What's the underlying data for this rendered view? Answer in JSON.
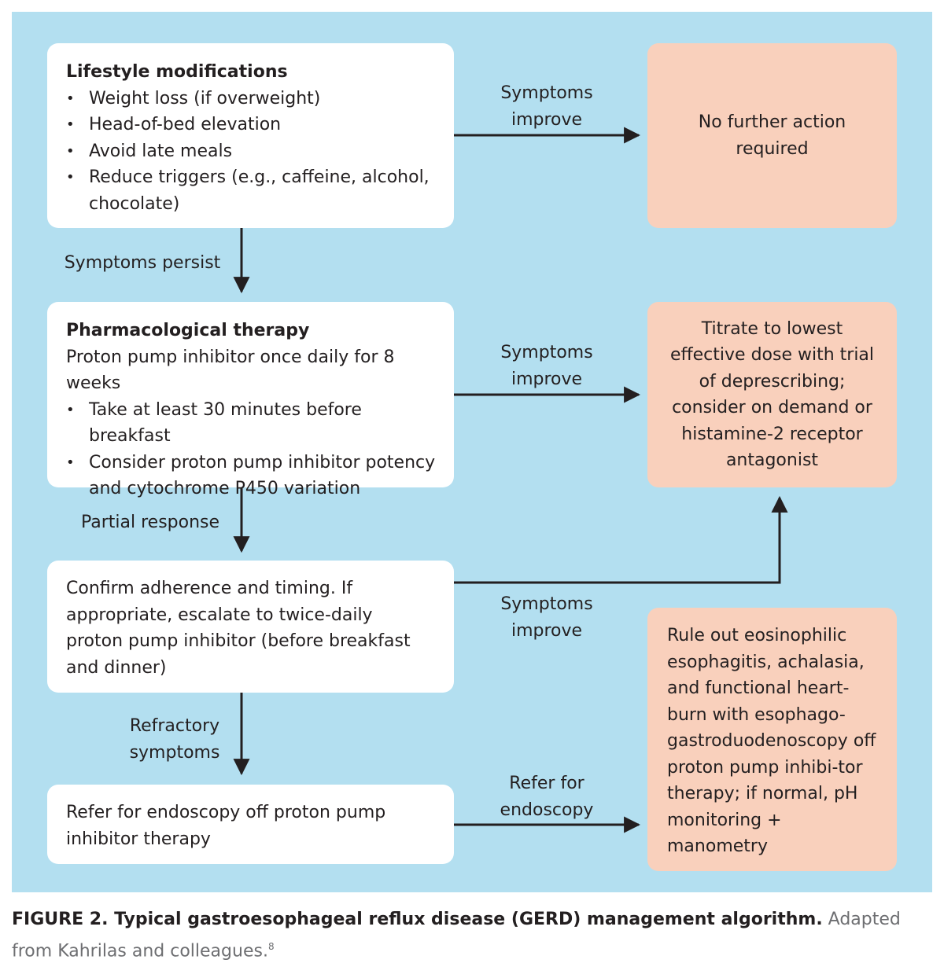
{
  "boxes": {
    "lifestyle": {
      "title": "Lifestyle modifications",
      "bullets": [
        "Weight loss (if overweight)",
        "Head-of-bed elevation",
        "Avoid late meals",
        "Reduce triggers (e.g., caffeine, alcohol, chocolate)"
      ]
    },
    "no_action": {
      "text": "No further action required"
    },
    "pharma": {
      "title": "Pharmacological therapy",
      "intro": "Proton pump inhibitor once daily for 8 weeks",
      "bullets": [
        "Take at least 30 minutes before breakfast",
        "Consider proton pump inhibitor potency and cytochrome P450 variation"
      ]
    },
    "titrate": {
      "text": "Titrate to lowest effective dose with trial of deprescribing; consider on demand or histamine-2 receptor antagonist"
    },
    "confirm": {
      "text": "Confirm adherence and timing. If appropriate, escalate to twice-daily proton pump inhibitor (before breakfast and dinner)"
    },
    "rule_out": {
      "text": "Rule out eosinophilic esophagitis, achalasia, and functional heart-burn with esophago-gastroduodenoscopy off proton pump inhibi-tor therapy; if normal, pH monitoring + manometry"
    },
    "refer": {
      "text": "Refer for endoscopy off proton pump inhibitor therapy"
    }
  },
  "edge_labels": {
    "improve_1": "Symptoms improve",
    "persist": "Symptoms persist",
    "improve_2": "Symptoms improve",
    "partial": "Partial response",
    "improve_3": "Symptoms improve",
    "refractory": "Refractory symptoms",
    "refer_endoscopy": "Refer for endoscopy"
  },
  "caption": {
    "figure": "FIGURE 2. Typical gastroesophageal reflux disease (GERD) management algorithm.",
    "rest": "Adapted from Kahrilas and colleagues.",
    "ref": "8"
  },
  "colors": {
    "panel": "#b3dff0",
    "white_box": "#ffffff",
    "peach_box": "#f9d0bc",
    "arrow": "#231f20"
  }
}
